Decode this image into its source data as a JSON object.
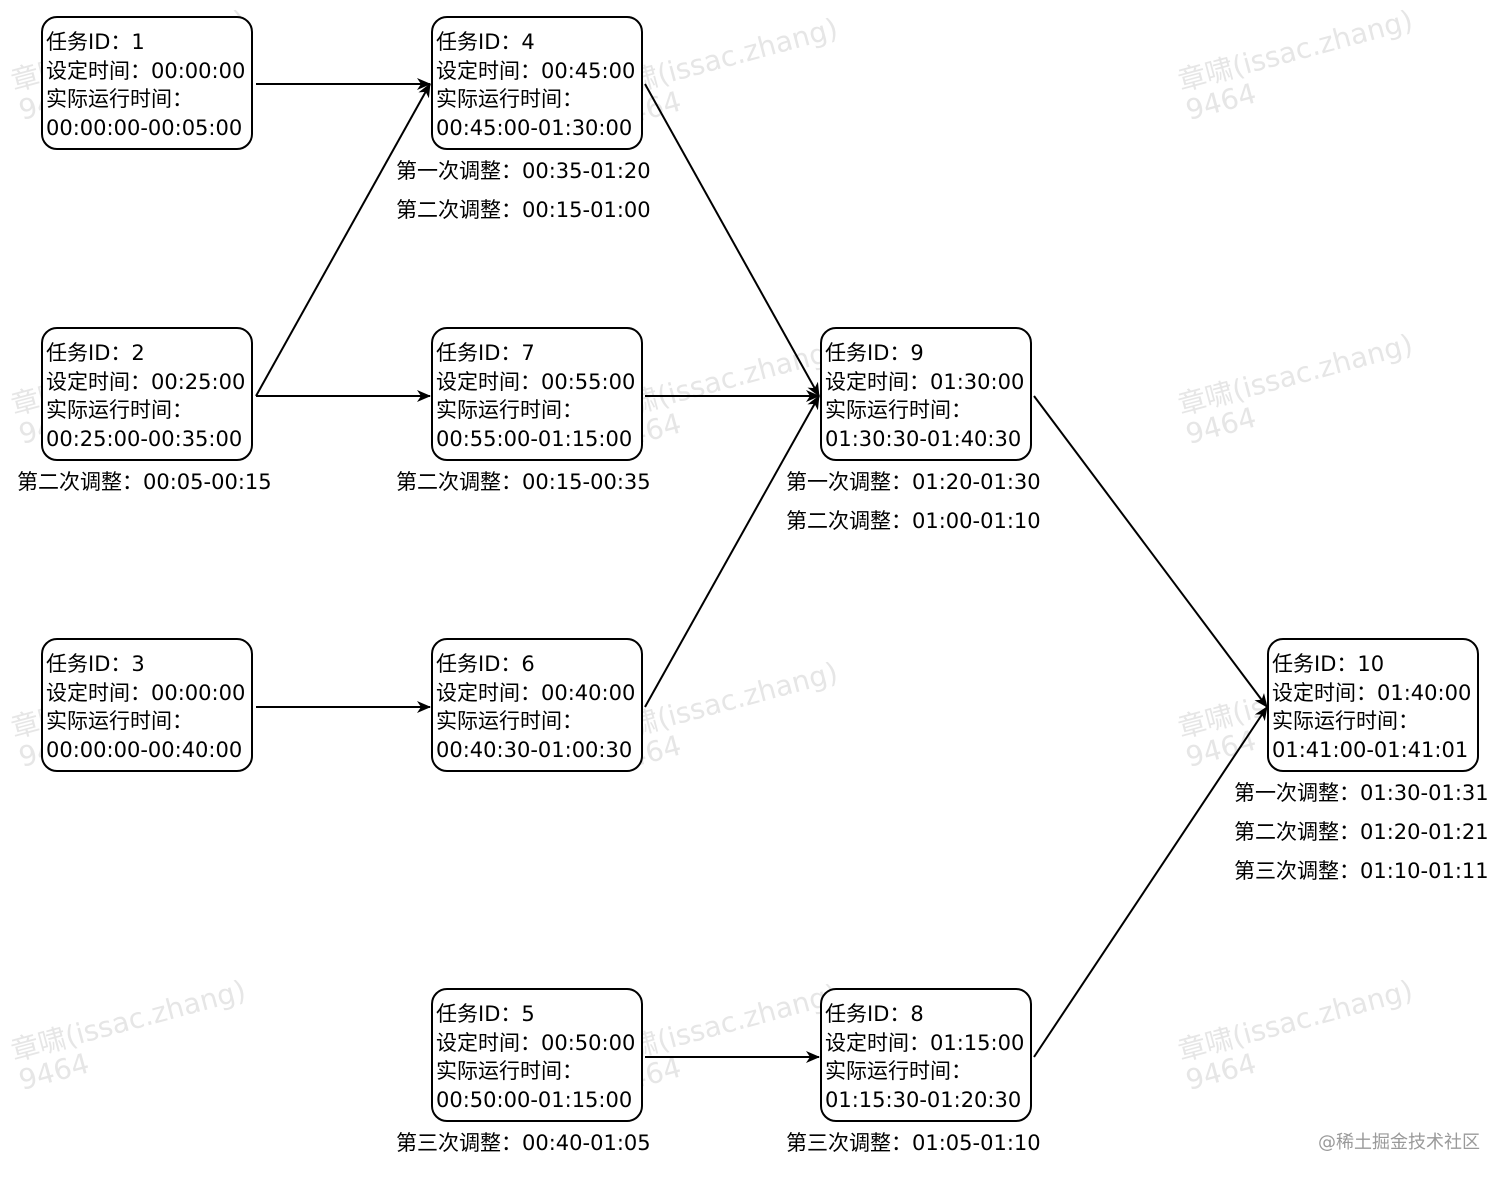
{
  "watermark": {
    "line1": "章啸(issac.zhang)",
    "line2": "9464"
  },
  "footer": "@稀土掘金技术社区",
  "tasks": {
    "t1": {
      "id": "任务ID：1",
      "set": "设定时间：00:00:00",
      "run_label": "实际运行时间：",
      "run": "00:00:00-00:05:00"
    },
    "t2": {
      "id": "任务ID：2",
      "set": "设定时间：00:25:00",
      "run_label": "实际运行时间：",
      "run": "00:25:00-00:35:00"
    },
    "t3": {
      "id": "任务ID：3",
      "set": "设定时间：00:00:00",
      "run_label": "实际运行时间：",
      "run": "00:00:00-00:40:00"
    },
    "t4": {
      "id": "任务ID：4",
      "set": "设定时间：00:45:00",
      "run_label": "实际运行时间：",
      "run": "00:45:00-01:30:00"
    },
    "t5": {
      "id": "任务ID：5",
      "set": "设定时间：00:50:00",
      "run_label": "实际运行时间：",
      "run": "00:50:00-01:15:00"
    },
    "t6": {
      "id": "任务ID：6",
      "set": "设定时间：00:40:00",
      "run_label": "实际运行时间：",
      "run": "00:40:30-01:00:30"
    },
    "t7": {
      "id": "任务ID：7",
      "set": "设定时间：00:55:00",
      "run_label": "实际运行时间：",
      "run": "00:55:00-01:15:00"
    },
    "t8": {
      "id": "任务ID：8",
      "set": "设定时间：01:15:00",
      "run_label": "实际运行时间：",
      "run": "01:15:30-01:20:30"
    },
    "t9": {
      "id": "任务ID：9",
      "set": "设定时间：01:30:00",
      "run_label": "实际运行时间：",
      "run": "01:30:30-01:40:30"
    },
    "t10": {
      "id": "任务ID：10",
      "set": "设定时间：01:40:00",
      "run_label": "实际运行时间：",
      "run": "01:41:00-01:41:01"
    }
  },
  "adjustments": {
    "t2": [
      "第二次调整：00:05-00:15"
    ],
    "t4": [
      "第一次调整：00:35-01:20",
      "第二次调整：00:15-01:00"
    ],
    "t7": [
      "第二次调整：00:15-00:35"
    ],
    "t9": [
      "第一次调整：01:20-01:30",
      "第二次调整：01:00-01:10"
    ],
    "t10": [
      "第一次调整：01:30-01:31",
      "第二次调整：01:20-01:21",
      "第三次调整：01:10-01:11"
    ],
    "t5": [
      "第三次调整：00:40-01:05"
    ],
    "t8": [
      "第三次调整：01:05-01:10"
    ]
  }
}
